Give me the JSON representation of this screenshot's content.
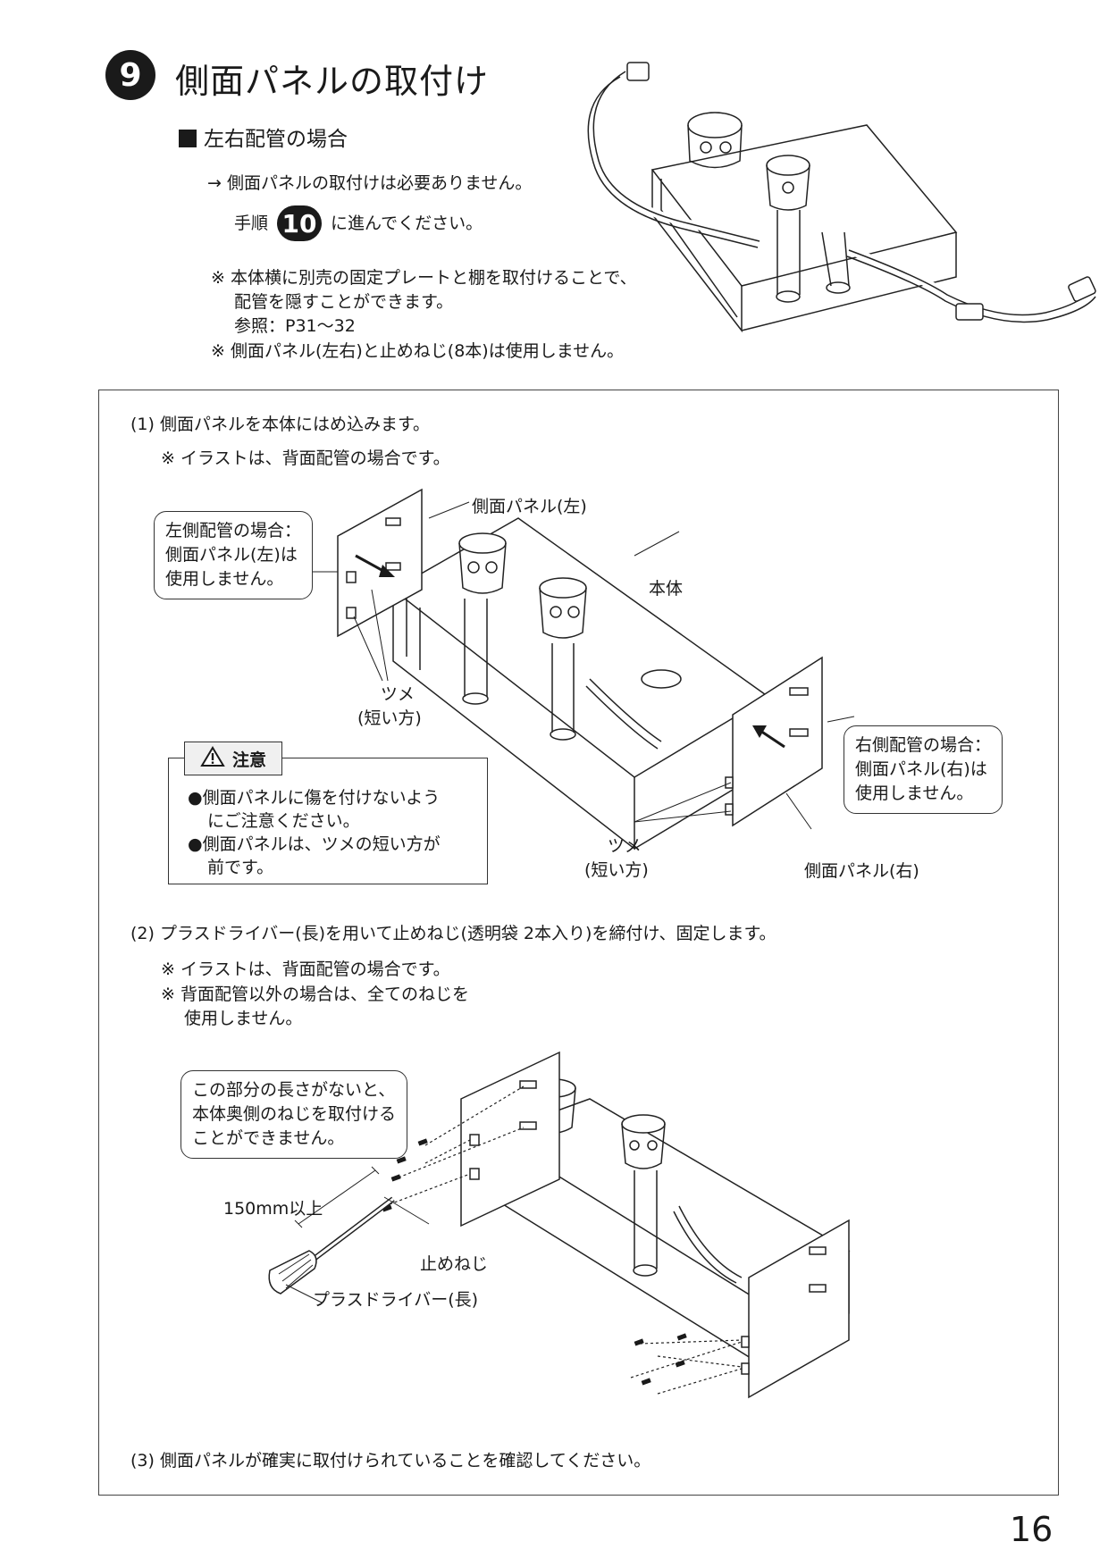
{
  "header": {
    "step_number": "9",
    "title": "側面パネルの取付け",
    "subtitle": "左右配管の場合"
  },
  "intro": {
    "line1": "→ 側面パネルの取付けは必要ありません。",
    "line2_pre": "手順",
    "line2_step": "10",
    "line2_post": "に進んでください。",
    "note1_a": "※ 本体横に別売の固定プレートと棚を取付けることで、",
    "note1_b": "配管を隠すことができます。",
    "note1_c": "参照：P31～32",
    "note2": "※ 側面パネル(左右)と止めねじ(8本)は使用しません。"
  },
  "step1": {
    "heading": "(1) 側面パネルを本体にはめ込みます。",
    "note": "※ イラストは、背面配管の場合です。",
    "label_left_panel": "側面パネル(左)",
    "label_body": "本体",
    "label_right_panel": "側面パネル(右)",
    "callout_left": [
      "左側配管の場合：",
      "側面パネル(左)は",
      "使用しません。"
    ],
    "callout_right": [
      "右側配管の場合：",
      "側面パネル(右)は",
      "使用しません。"
    ],
    "tab_left": [
      "ツメ",
      "(短い方)"
    ],
    "tab_right": [
      "ツメ",
      "(短い方)"
    ],
    "caution": {
      "title": "注意",
      "item1_a": "●側面パネルに傷を付けないよう",
      "item1_b": "にご注意ください。",
      "item2_a": "●側面パネルは、ツメの短い方が",
      "item2_b": "前です。"
    }
  },
  "step2": {
    "heading": "(2) プラスドライバー(長)を用いて止めねじ(透明袋 2本入り)を締付け、固定します。",
    "note1": "※ イラストは、背面配管の場合です。",
    "note2_a": "※ 背面配管以外の場合は、全てのねじを",
    "note2_b": "使用しません。",
    "callout": [
      "この部分の長さがないと、",
      "本体奥側のねじを取付ける",
      "ことができません。"
    ],
    "label_length": "150mm以上",
    "label_screw": "止めねじ",
    "label_driver": "プラスドライバー(長)"
  },
  "step3": {
    "heading": "(3) 側面パネルが確実に取付けられていることを確認してください。"
  },
  "page_number": "16"
}
